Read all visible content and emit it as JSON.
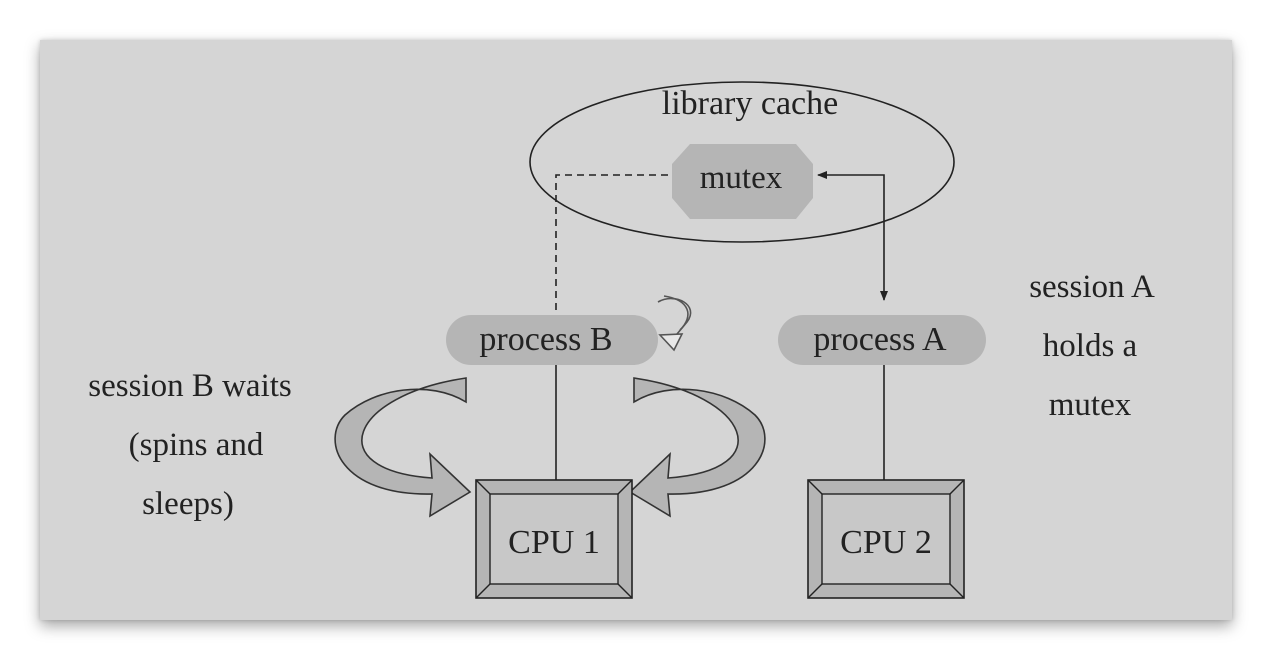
{
  "diagram": {
    "library_cache_label": "library cache",
    "mutex_label": "mutex",
    "process_b_label": "process B",
    "process_a_label": "process A",
    "cpu1_label": "CPU 1",
    "cpu2_label": "CPU 2",
    "session_b_text": [
      "session B waits",
      "(spins and",
      "sleeps)"
    ],
    "session_a_text": [
      "session A",
      "holds a",
      "mutex"
    ]
  }
}
